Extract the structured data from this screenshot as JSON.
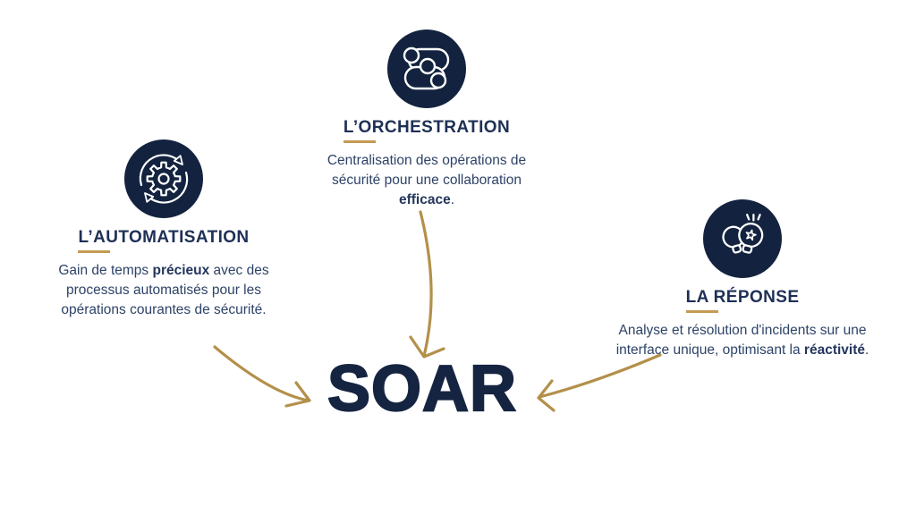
{
  "colors": {
    "background": "#ffffff",
    "navy_circle": "#13233f",
    "title_text": "#1e3055",
    "body_text": "#2e4368",
    "soar_text": "#152441",
    "arrow_gold": "#b3904a",
    "underline_gold": "#c49b52",
    "icon_stroke": "#ffffff"
  },
  "sections": [
    {
      "id": "automatisation",
      "icon": "gear-sync-icon",
      "title": "L’AUTOMATISATION",
      "body": {
        "prefix": "Gain de temps ",
        "bold": "précieux",
        "suffix": " avec des processus automatisés pour les opérations courantes de sécurité."
      }
    },
    {
      "id": "orchestration",
      "icon": "workflow-nodes-icon",
      "title": "L’ORCHESTRATION",
      "body": {
        "prefix": "Centralisation des opérations de sécurité pour une collaboration ",
        "bold": "efficace",
        "suffix": "."
      }
    },
    {
      "id": "reponse",
      "icon": "lightbulbs-idea-icon",
      "title": "LA RÉPONSE",
      "body": {
        "prefix": "Analyse et résolution d'incidents sur une interface unique, optimisant la ",
        "bold": "réactivité",
        "suffix": "."
      }
    }
  ],
  "center": {
    "label": "SOAR"
  }
}
